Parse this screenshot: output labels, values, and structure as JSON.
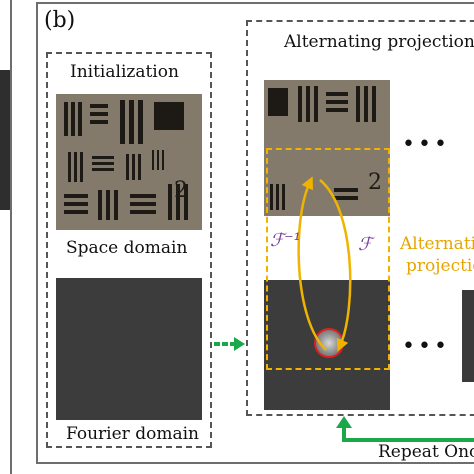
{
  "panel_label": "(b)",
  "init_box": {
    "title": "Initialization",
    "space_label": "Space domain",
    "fourier_label": "Fourier domain"
  },
  "alt_box": {
    "title": "Alternating projection a",
    "inner_label_line1": "Alternatin",
    "inner_label_line2": "projectio",
    "f_inverse": "ℱ⁻¹",
    "f_forward": "ℱ",
    "number_on_target": "2",
    "dots": "•••"
  },
  "repeat_label": "Repeat Once",
  "colors": {
    "green_arrow": "#1aa84a",
    "gold": "#f0b400",
    "red_circle": "#e02020",
    "purple": "#7b3d9e"
  }
}
